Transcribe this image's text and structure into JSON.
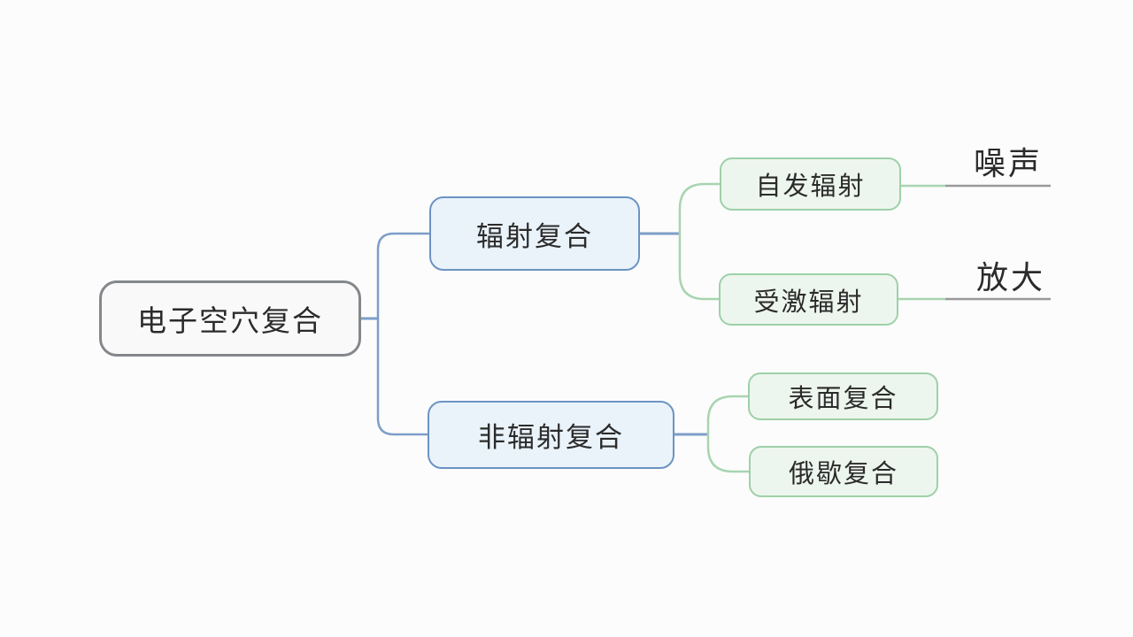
{
  "colors": {
    "background": "#fcfcfc",
    "text": "#2b2b2b",
    "root_border": "#84878b",
    "root_fill": "#f9f9f9",
    "branch_border": "#6c93c3",
    "branch_fill": "#eaf3fa",
    "child_border": "#9ed0a8",
    "child_fill": "#edf6ee",
    "connector_blue": "#7d9ec8",
    "connector_green": "#a8d4b0",
    "leaf_line": "#999999"
  },
  "mindmap": {
    "type": "mindmap",
    "root": {
      "label": "电子空穴复合",
      "children": [
        {
          "label": "辐射复合",
          "children": [
            {
              "label": "自发辐射",
              "children": [
                {
                  "label": "噪声"
                }
              ]
            },
            {
              "label": "受激辐射",
              "children": [
                {
                  "label": "放大"
                }
              ]
            }
          ]
        },
        {
          "label": "非辐射复合",
          "children": [
            {
              "label": "表面复合"
            },
            {
              "label": "俄歇复合"
            }
          ]
        }
      ]
    }
  }
}
